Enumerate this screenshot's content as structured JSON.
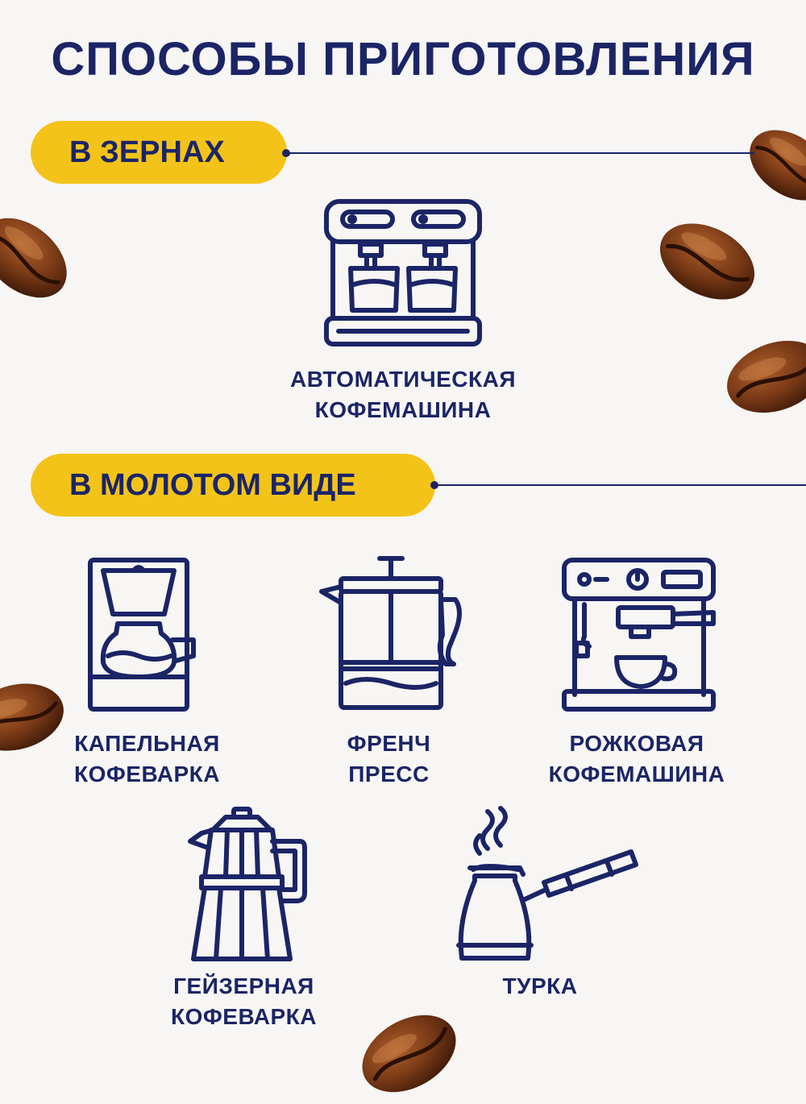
{
  "title": "СПОСОБЫ ПРИГОТОВЛЕНИЯ",
  "colors": {
    "navy": "#1b2566",
    "accent": "#f4c319",
    "background": "#f7f6f4",
    "bean": "#7a3a17"
  },
  "sections": [
    {
      "heading": "В ЗЕРНАХ",
      "methods": [
        {
          "icon": "espresso-machine-double-icon",
          "line1": "АВТОМАТИЧЕСКАЯ",
          "line2": "КОФЕМАШИНА"
        }
      ]
    },
    {
      "heading": "В МОЛОТОМ ВИДЕ",
      "methods": [
        {
          "icon": "drip-coffee-maker-icon",
          "line1": "КАПЕЛЬНАЯ",
          "line2": "КОФЕВАРКА"
        },
        {
          "icon": "french-press-icon",
          "line1": "ФРЕНЧ",
          "line2": "ПРЕСС"
        },
        {
          "icon": "espresso-machine-portafilter-icon",
          "line1": "РОЖКОВАЯ",
          "line2": "КОФЕМАШИНА"
        },
        {
          "icon": "moka-pot-icon",
          "line1": "ГЕЙЗЕРНАЯ",
          "line2": "КОФЕВАРКА"
        },
        {
          "icon": "turkish-cezve-icon",
          "line1": "ТУРКА",
          "line2": ""
        }
      ]
    }
  ],
  "decorations": {
    "bean_icon": "coffee-bean-icon"
  }
}
